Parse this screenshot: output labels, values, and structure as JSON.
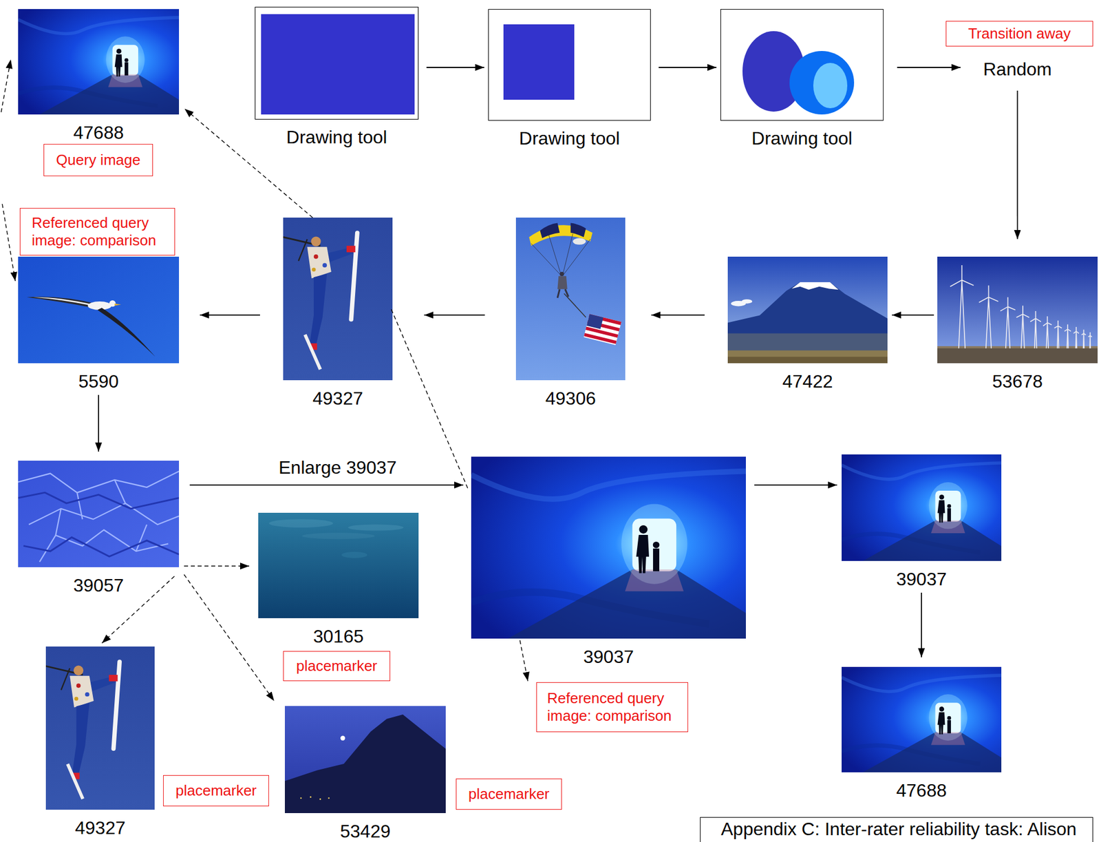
{
  "diagram": {
    "caption": "Appendix C: Inter-rater reliability task: Alison",
    "nodes": [
      {
        "text": [
          "47688"
        ]
      },
      {
        "text": [
          "Drawing tool"
        ]
      },
      {
        "text": [
          "Drawing tool"
        ]
      },
      {
        "text": [
          "Drawing tool"
        ]
      },
      {
        "text": [
          "Transition away"
        ]
      },
      {
        "text": [
          "Random"
        ]
      },
      {
        "text": [
          "Query image"
        ]
      },
      {
        "text": [
          "Referenced query image: comparison"
        ]
      },
      {
        "text": [
          "5590"
        ]
      },
      {
        "text": [
          "49327"
        ]
      },
      {
        "text": [
          "49306"
        ]
      },
      {
        "text": [
          "47422"
        ]
      },
      {
        "text": [
          "53678"
        ]
      },
      {
        "text": [
          "39057"
        ]
      },
      {
        "text": [
          "39037"
        ]
      },
      {
        "text": [
          "39037"
        ]
      },
      {
        "text": [
          "30165"
        ]
      },
      {
        "text": [
          "placemarker"
        ]
      },
      {
        "text": [
          "Referenced query image: comparison"
        ]
      },
      {
        "text": [
          "47688"
        ]
      },
      {
        "text": [
          "49327"
        ]
      },
      {
        "text": [
          "placemarker"
        ]
      },
      {
        "text": [
          "53429"
        ]
      },
      {
        "text": [
          "placemarker"
        ]
      }
    ],
    "edges": [
      {
        "from": 1,
        "to": 2,
        "arrow": "to"
      },
      {
        "from": 2,
        "to": 3,
        "arrow": "to"
      },
      {
        "from": 3,
        "to": 5,
        "arrow": "to"
      },
      {
        "from": 5,
        "to": 12,
        "arrow": "to"
      },
      {
        "from": 12,
        "to": 11,
        "arrow": "to"
      },
      {
        "from": 11,
        "to": 10,
        "arrow": "to"
      },
      {
        "from": 10,
        "to": 9,
        "arrow": "to"
      },
      {
        "from": 9,
        "to": 8,
        "arrow": "to"
      },
      {
        "from": 9,
        "to": 0,
        "arrow": "to"
      },
      {
        "from": 9,
        "to": 14,
        "arrow": "none"
      },
      {
        "from": 8,
        "to": 13,
        "arrow": "to"
      },
      {
        "from": 13,
        "to": 14,
        "label": "Enlarge 39037",
        "arrow": "to"
      },
      {
        "from": 13,
        "to": 16,
        "arrow": "to"
      },
      {
        "from": 13,
        "to": 20,
        "arrow": "to"
      },
      {
        "from": 13,
        "to": 22,
        "arrow": "to"
      },
      {
        "from": 14,
        "to": 15,
        "arrow": "to"
      },
      {
        "from": 15,
        "to": 19,
        "arrow": "to"
      },
      {
        "from": 14,
        "to": 18,
        "arrow": "to"
      }
    ]
  }
}
